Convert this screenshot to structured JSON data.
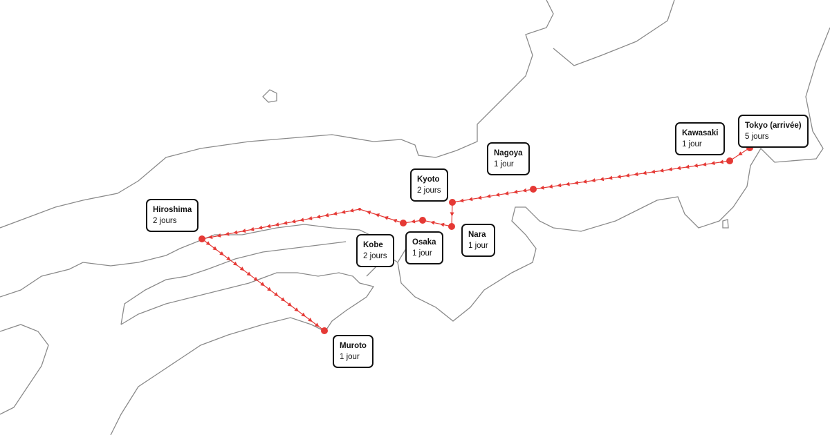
{
  "map": {
    "route_color": "#e53935",
    "cities": [
      {
        "name": "Tokyo (arrivée)",
        "stay": "5 jours"
      },
      {
        "name": "Kawasaki",
        "stay": "1 jour"
      },
      {
        "name": "Nagoya",
        "stay": "1 jour"
      },
      {
        "name": "Kyoto",
        "stay": "2 jours"
      },
      {
        "name": "Nara",
        "stay": "1 jour"
      },
      {
        "name": "Osaka",
        "stay": "1 jour"
      },
      {
        "name": "Kobe",
        "stay": "2 jours"
      },
      {
        "name": "Hiroshima",
        "stay": "2 jours"
      },
      {
        "name": "Muroto",
        "stay": "1 jour"
      }
    ]
  }
}
